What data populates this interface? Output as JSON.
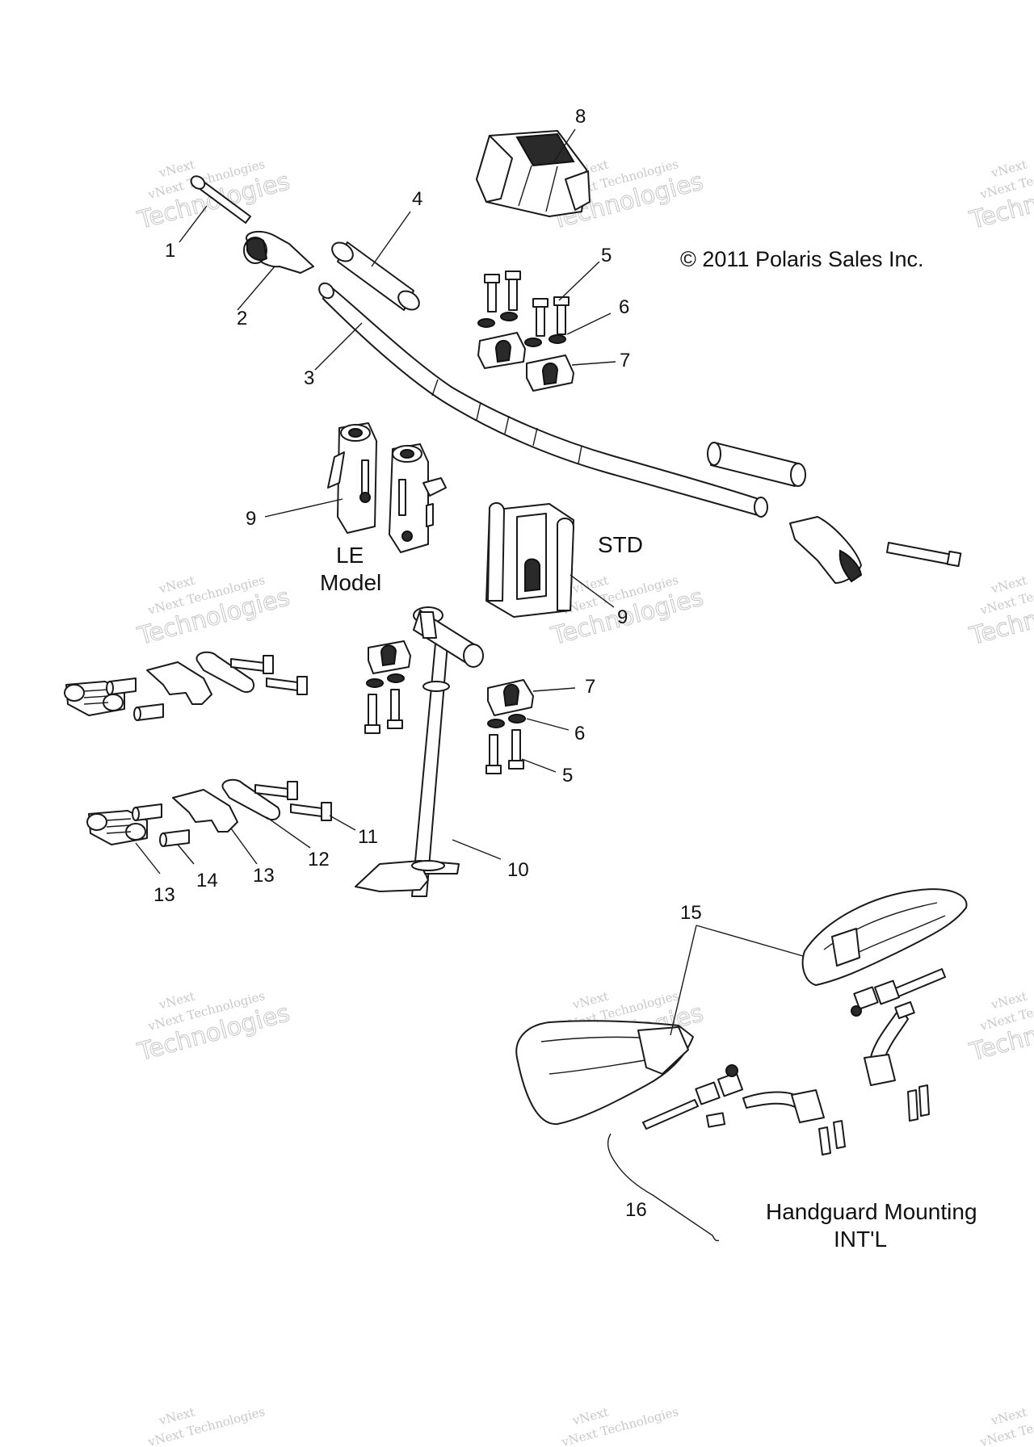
{
  "copyright": "© 2011 Polaris Sales Inc.",
  "captions": {
    "le_model_line1": "LE",
    "le_model_line2": "Model",
    "std": "STD",
    "handguard_line1": "Handguard Mounting",
    "handguard_line2": "INT'L"
  },
  "callouts": [
    "1",
    "2",
    "3",
    "4",
    "5",
    "6",
    "7",
    "8",
    "9",
    "9",
    "7",
    "6",
    "5",
    "11",
    "12",
    "13",
    "14",
    "13",
    "10",
    "15",
    "16"
  ],
  "watermark": {
    "line1": "vNext",
    "line2": "vNext Technologies",
    "line3": "Technologies"
  },
  "colors": {
    "ink": "#1a1a1a",
    "watermark": "#9a9a9a",
    "background": "#ffffff"
  }
}
